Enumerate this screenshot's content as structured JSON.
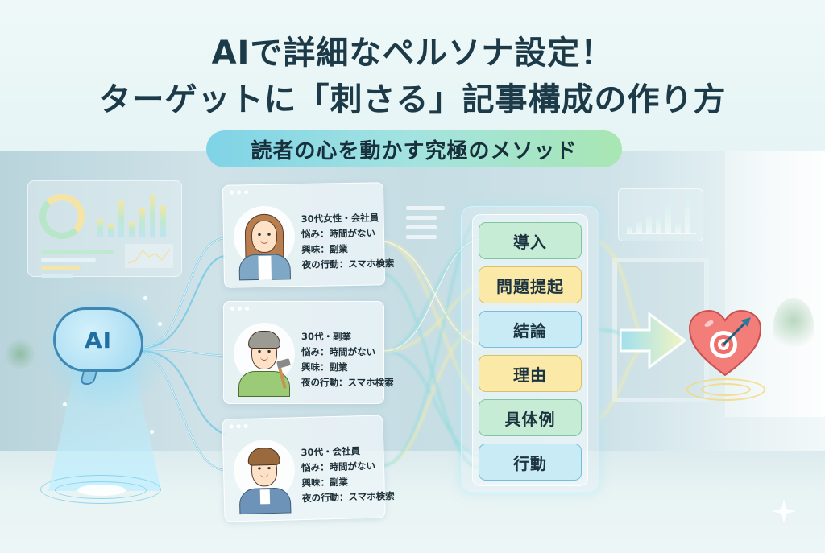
{
  "header": {
    "title_line1": "AIで詳細なペルソナ設定！",
    "title_line2_prefix": "ターゲットに",
    "title_line2_highlight": "「刺さる」",
    "title_line2_suffix": "記事構成の作り方",
    "subtitle": "読者の心を動かす究極のメソッド",
    "highlight_color": "#fbe58a",
    "subtitle_gradient": [
      "#7fd3e6",
      "#a8e6b3"
    ]
  },
  "ai_source": {
    "label": "AI",
    "icon": "brain-icon"
  },
  "personas": [
    {
      "avatar": "woman-office-worker",
      "line1": "30代女性・会社員",
      "line2": "悩み：時間がない",
      "line3": "興味：副業",
      "line4": "夜の行動：スマホ検索"
    },
    {
      "avatar": "older-man-craftsman",
      "line1": "30代・副業",
      "line2": "悩み：時間がない",
      "line3": "興味：副業",
      "line4": "夜の行動：スマホ検索"
    },
    {
      "avatar": "young-man-vest",
      "line1": "30代・会社員",
      "line2": "悩み：時間がない",
      "line3": "興味：副業",
      "line4": "夜の行動：スマホ検索"
    }
  ],
  "structure_steps": [
    {
      "label": "導入",
      "color": "green"
    },
    {
      "label": "問題提起",
      "color": "yellow"
    },
    {
      "label": "結論",
      "color": "blue"
    },
    {
      "label": "理由",
      "color": "yellow"
    },
    {
      "label": "具体例",
      "color": "green"
    },
    {
      "label": "行動",
      "color": "blue"
    }
  ],
  "target": {
    "icon": "heart-target-icon",
    "arrow_icon": "arrow-right-icon"
  },
  "colors": {
    "title_text": "#1c3a48",
    "step_green": "#c6ecd6",
    "step_yellow": "#fbe9a8",
    "step_blue": "#c8ebf5",
    "heart": "#f07a78"
  }
}
